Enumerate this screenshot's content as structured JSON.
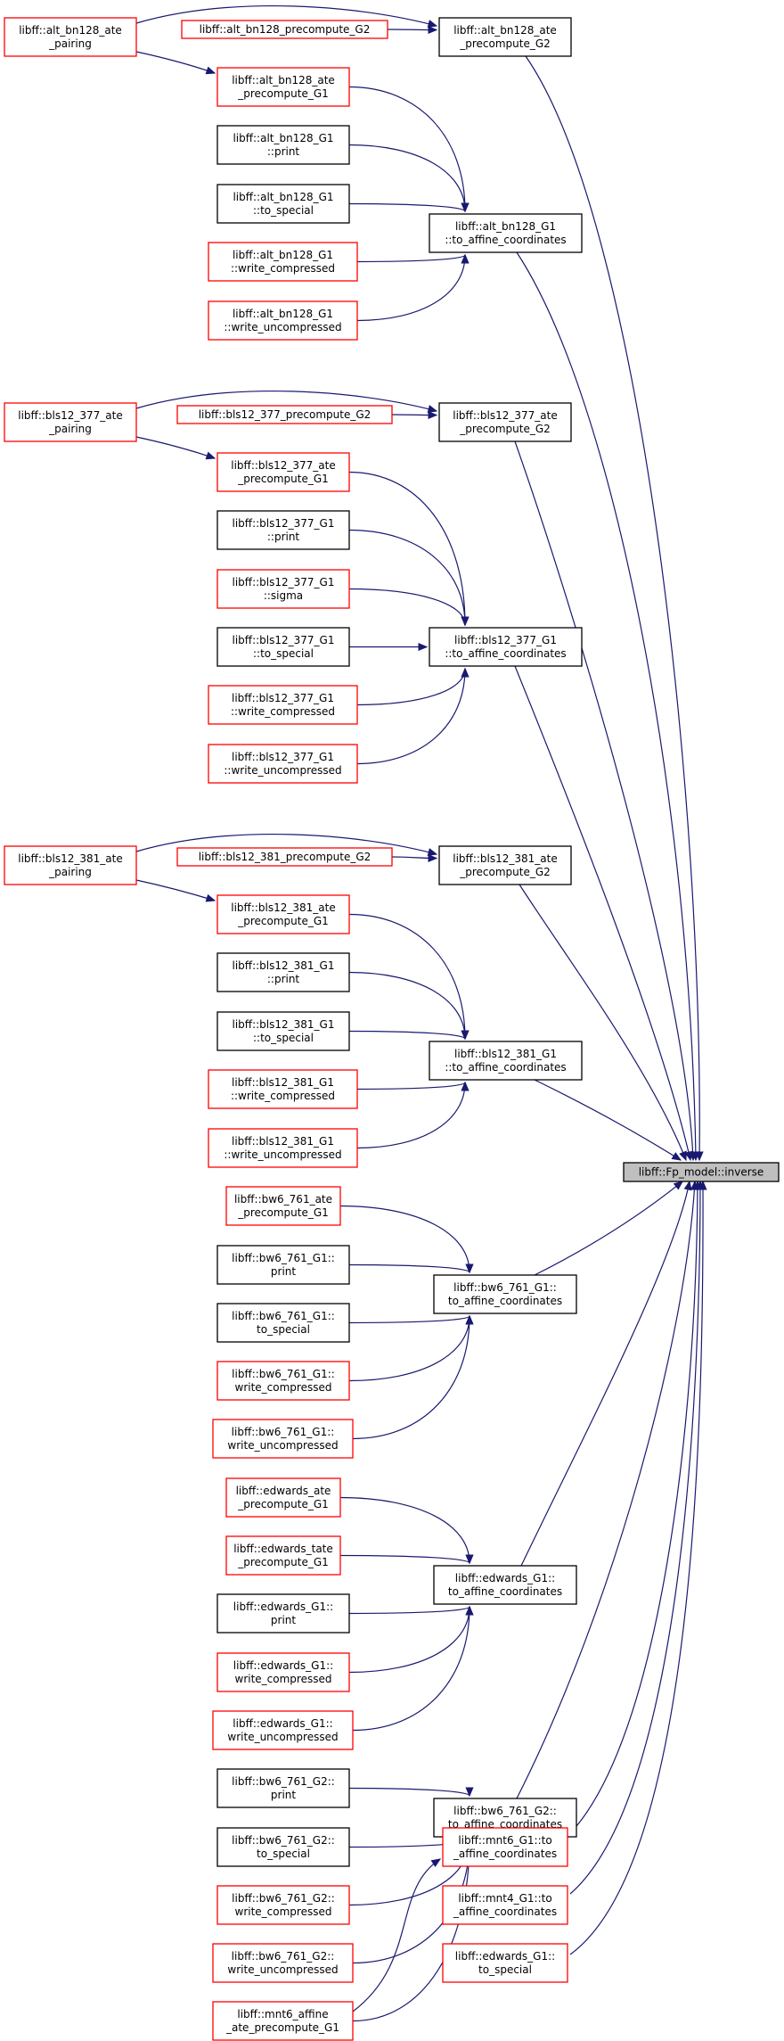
{
  "diagram": {
    "root": {
      "id": "fp_inverse",
      "lines": [
        "libff::Fp_model::inverse"
      ]
    },
    "nodes": [
      {
        "id": "alt_pairing",
        "lines": [
          "libff::alt_bn128_ate",
          "_pairing"
        ],
        "color": "#ff0000"
      },
      {
        "id": "alt_pre_g2_full",
        "lines": [
          "libff::alt_bn128_precompute_G2"
        ],
        "color": "#ff0000"
      },
      {
        "id": "alt_ate_pre_g2",
        "lines": [
          "libff::alt_bn128_ate",
          "_precompute_G2"
        ],
        "color": "#000000"
      },
      {
        "id": "alt_ate_pre_g1",
        "lines": [
          "libff::alt_bn128_ate",
          "_precompute_G1"
        ],
        "color": "#ff0000"
      },
      {
        "id": "alt_print",
        "lines": [
          "libff::alt_bn128_G1",
          "::print"
        ],
        "color": "#000000"
      },
      {
        "id": "alt_special",
        "lines": [
          "libff::alt_bn128_G1",
          "::to_special"
        ],
        "color": "#000000"
      },
      {
        "id": "alt_wc",
        "lines": [
          "libff::alt_bn128_G1",
          "::write_compressed"
        ],
        "color": "#ff0000"
      },
      {
        "id": "alt_wu",
        "lines": [
          "libff::alt_bn128_G1",
          "::write_uncompressed"
        ],
        "color": "#ff0000"
      },
      {
        "id": "alt_affine",
        "lines": [
          "libff::alt_bn128_G1",
          "::to_affine_coordinates"
        ],
        "color": "#000000"
      },
      {
        "id": "b377_pairing",
        "lines": [
          "libff::bls12_377_ate",
          "_pairing"
        ],
        "color": "#ff0000"
      },
      {
        "id": "b377_pre_g2_full",
        "lines": [
          "libff::bls12_377_precompute_G2"
        ],
        "color": "#ff0000"
      },
      {
        "id": "b377_ate_pre_g2",
        "lines": [
          "libff::bls12_377_ate",
          "_precompute_G2"
        ],
        "color": "#000000"
      },
      {
        "id": "b377_ate_pre_g1",
        "lines": [
          "libff::bls12_377_ate",
          "_precompute_G1"
        ],
        "color": "#ff0000"
      },
      {
        "id": "b377_print",
        "lines": [
          "libff::bls12_377_G1",
          "::print"
        ],
        "color": "#000000"
      },
      {
        "id": "b377_sigma",
        "lines": [
          "libff::bls12_377_G1",
          "::sigma"
        ],
        "color": "#ff0000"
      },
      {
        "id": "b377_special",
        "lines": [
          "libff::bls12_377_G1",
          "::to_special"
        ],
        "color": "#000000"
      },
      {
        "id": "b377_wc",
        "lines": [
          "libff::bls12_377_G1",
          "::write_compressed"
        ],
        "color": "#ff0000"
      },
      {
        "id": "b377_wu",
        "lines": [
          "libff::bls12_377_G1",
          "::write_uncompressed"
        ],
        "color": "#ff0000"
      },
      {
        "id": "b377_affine",
        "lines": [
          "libff::bls12_377_G1",
          "::to_affine_coordinates"
        ],
        "color": "#000000"
      },
      {
        "id": "b381_pairing",
        "lines": [
          "libff::bls12_381_ate",
          "_pairing"
        ],
        "color": "#ff0000"
      },
      {
        "id": "b381_pre_g2_full",
        "lines": [
          "libff::bls12_381_precompute_G2"
        ],
        "color": "#ff0000"
      },
      {
        "id": "b381_ate_pre_g2",
        "lines": [
          "libff::bls12_381_ate",
          "_precompute_G2"
        ],
        "color": "#000000"
      },
      {
        "id": "b381_ate_pre_g1",
        "lines": [
          "libff::bls12_381_ate",
          "_precompute_G1"
        ],
        "color": "#ff0000"
      },
      {
        "id": "b381_print",
        "lines": [
          "libff::bls12_381_G1",
          "::print"
        ],
        "color": "#000000"
      },
      {
        "id": "b381_special",
        "lines": [
          "libff::bls12_381_G1",
          "::to_special"
        ],
        "color": "#000000"
      },
      {
        "id": "b381_wc",
        "lines": [
          "libff::bls12_381_G1",
          "::write_compressed"
        ],
        "color": "#ff0000"
      },
      {
        "id": "b381_wu",
        "lines": [
          "libff::bls12_381_G1",
          "::write_uncompressed"
        ],
        "color": "#ff0000"
      },
      {
        "id": "b381_affine",
        "lines": [
          "libff::bls12_381_G1",
          "::to_affine_coordinates"
        ],
        "color": "#000000"
      },
      {
        "id": "bw1_ate_pre_g1",
        "lines": [
          "libff::bw6_761_ate",
          "_precompute_G1"
        ],
        "color": "#ff0000"
      },
      {
        "id": "bw1_print",
        "lines": [
          "libff::bw6_761_G1::",
          "print"
        ],
        "color": "#000000"
      },
      {
        "id": "bw1_special",
        "lines": [
          "libff::bw6_761_G1::",
          "to_special"
        ],
        "color": "#000000"
      },
      {
        "id": "bw1_wc",
        "lines": [
          "libff::bw6_761_G1::",
          "write_compressed"
        ],
        "color": "#ff0000"
      },
      {
        "id": "bw1_wu",
        "lines": [
          "libff::bw6_761_G1::",
          "write_uncompressed"
        ],
        "color": "#ff0000"
      },
      {
        "id": "bw1_affine",
        "lines": [
          "libff::bw6_761_G1::",
          "to_affine_coordinates"
        ],
        "color": "#000000"
      },
      {
        "id": "ed_ate_pre_g1",
        "lines": [
          "libff::edwards_ate",
          "_precompute_G1"
        ],
        "color": "#ff0000"
      },
      {
        "id": "ed_tate_pre_g1",
        "lines": [
          "libff::edwards_tate",
          "_precompute_G1"
        ],
        "color": "#ff0000"
      },
      {
        "id": "ed_print",
        "lines": [
          "libff::edwards_G1::",
          "print"
        ],
        "color": "#000000"
      },
      {
        "id": "ed_wc",
        "lines": [
          "libff::edwards_G1::",
          "write_compressed"
        ],
        "color": "#ff0000"
      },
      {
        "id": "ed_wu",
        "lines": [
          "libff::edwards_G1::",
          "write_uncompressed"
        ],
        "color": "#ff0000"
      },
      {
        "id": "ed_affine",
        "lines": [
          "libff::edwards_G1::",
          "to_affine_coordinates"
        ],
        "color": "#000000"
      },
      {
        "id": "bw2_print",
        "lines": [
          "libff::bw6_761_G2::",
          "print"
        ],
        "color": "#000000"
      },
      {
        "id": "bw2_special",
        "lines": [
          "libff::bw6_761_G2::",
          "to_special"
        ],
        "color": "#000000"
      },
      {
        "id": "bw2_wc",
        "lines": [
          "libff::bw6_761_G2::",
          "write_compressed"
        ],
        "color": "#ff0000"
      },
      {
        "id": "bw2_wu",
        "lines": [
          "libff::bw6_761_G2::",
          "write_uncompressed"
        ],
        "color": "#ff0000"
      },
      {
        "id": "mnt6_affine_pre",
        "lines": [
          "libff::mnt6_affine",
          "_ate_precompute_G1"
        ],
        "color": "#ff0000"
      },
      {
        "id": "bw2_affine",
        "lines": [
          "libff::bw6_761_G2::",
          "to_affine_coordinates"
        ],
        "color": "#000000"
      },
      {
        "id": "mnt6_affine",
        "lines": [
          "libff::mnt6_G1::to",
          "_affine_coordinates"
        ],
        "color": "#ff0000"
      },
      {
        "id": "mnt4_affine",
        "lines": [
          "libff::mnt4_G1::to",
          "_affine_coordinates"
        ],
        "color": "#ff0000"
      },
      {
        "id": "ed_special",
        "lines": [
          "libff::edwards_G1::",
          "to_special"
        ],
        "color": "#ff0000"
      }
    ],
    "edges": [
      [
        "alt_pairing",
        "alt_ate_pre_g2"
      ],
      [
        "alt_pre_g2_full",
        "alt_ate_pre_g2"
      ],
      [
        "alt_pairing",
        "alt_ate_pre_g1"
      ],
      [
        "alt_ate_pre_g1",
        "alt_affine"
      ],
      [
        "alt_print",
        "alt_affine"
      ],
      [
        "alt_special",
        "alt_affine"
      ],
      [
        "alt_wc",
        "alt_affine"
      ],
      [
        "alt_wu",
        "alt_affine"
      ],
      [
        "b377_pairing",
        "b377_ate_pre_g2"
      ],
      [
        "b377_pre_g2_full",
        "b377_ate_pre_g2"
      ],
      [
        "b377_pairing",
        "b377_ate_pre_g1"
      ],
      [
        "b377_ate_pre_g1",
        "b377_affine"
      ],
      [
        "b377_print",
        "b377_affine"
      ],
      [
        "b377_sigma",
        "b377_affine"
      ],
      [
        "b377_special",
        "b377_affine"
      ],
      [
        "b377_wc",
        "b377_affine"
      ],
      [
        "b377_wu",
        "b377_affine"
      ],
      [
        "b381_pairing",
        "b381_ate_pre_g2"
      ],
      [
        "b381_pre_g2_full",
        "b381_ate_pre_g2"
      ],
      [
        "b381_pairing",
        "b381_ate_pre_g1"
      ],
      [
        "b381_ate_pre_g1",
        "b381_affine"
      ],
      [
        "b381_print",
        "b381_affine"
      ],
      [
        "b381_special",
        "b381_affine"
      ],
      [
        "b381_wc",
        "b381_affine"
      ],
      [
        "b381_wu",
        "b381_affine"
      ],
      [
        "bw1_ate_pre_g1",
        "bw1_affine"
      ],
      [
        "bw1_print",
        "bw1_affine"
      ],
      [
        "bw1_special",
        "bw1_affine"
      ],
      [
        "bw1_wc",
        "bw1_affine"
      ],
      [
        "bw1_wu",
        "bw1_affine"
      ],
      [
        "ed_ate_pre_g1",
        "ed_affine"
      ],
      [
        "ed_tate_pre_g1",
        "ed_affine"
      ],
      [
        "ed_print",
        "ed_affine"
      ],
      [
        "ed_wc",
        "ed_affine"
      ],
      [
        "ed_wu",
        "ed_affine"
      ],
      [
        "bw2_print",
        "bw2_affine"
      ],
      [
        "bw2_special",
        "bw2_affine"
      ],
      [
        "bw2_wc",
        "bw2_affine"
      ],
      [
        "bw2_wu",
        "bw2_affine"
      ],
      [
        "mnt6_affine_pre",
        "bw2_affine"
      ],
      [
        "mnt6_affine_pre",
        "mnt6_affine"
      ],
      [
        "alt_ate_pre_g2",
        "fp_inverse"
      ],
      [
        "alt_affine",
        "fp_inverse"
      ],
      [
        "b377_ate_pre_g2",
        "fp_inverse"
      ],
      [
        "b377_affine",
        "fp_inverse"
      ],
      [
        "b381_ate_pre_g2",
        "fp_inverse"
      ],
      [
        "b381_affine",
        "fp_inverse"
      ],
      [
        "bw1_affine",
        "fp_inverse"
      ],
      [
        "ed_affine",
        "fp_inverse"
      ],
      [
        "bw2_affine",
        "fp_inverse"
      ],
      [
        "mnt6_affine",
        "fp_inverse"
      ],
      [
        "mnt4_affine",
        "fp_inverse"
      ],
      [
        "ed_special",
        "fp_inverse"
      ]
    ]
  }
}
